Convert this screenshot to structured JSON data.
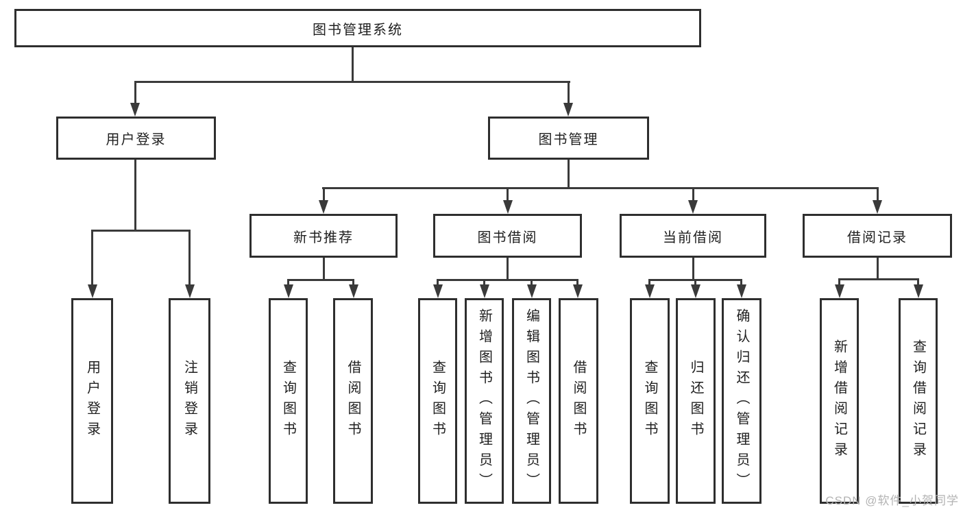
{
  "colors": {
    "line": "#3a3a3a",
    "box-border": "#2e2e2e",
    "text": "#1f1f1f",
    "watermark": "#b3b3b3"
  },
  "watermark": {
    "text": "CSDN @软件_小贺同学"
  },
  "tree": {
    "root": {
      "label": "图书管理系统",
      "children": [
        {
          "label": "用户登录",
          "children": [
            {
              "label": "用户登录"
            },
            {
              "label": "注销登录"
            }
          ]
        },
        {
          "label": "图书管理",
          "children": [
            {
              "label": "新书推荐",
              "children": [
                {
                  "label": "查询图书"
                },
                {
                  "label": "借阅图书"
                }
              ]
            },
            {
              "label": "图书借阅",
              "children": [
                {
                  "label": "查询图书"
                },
                {
                  "label": "新增图书（管理员）"
                },
                {
                  "label": "编辑图书（管理员）"
                },
                {
                  "label": "借阅图书"
                }
              ]
            },
            {
              "label": "当前借阅",
              "children": [
                {
                  "label": "查询图书"
                },
                {
                  "label": "归还图书"
                },
                {
                  "label": "确认归还（管理员）"
                }
              ]
            },
            {
              "label": "借阅记录",
              "children": [
                {
                  "label": "新增借阅记录"
                },
                {
                  "label": "查询借阅记录"
                }
              ]
            }
          ]
        }
      ]
    }
  }
}
